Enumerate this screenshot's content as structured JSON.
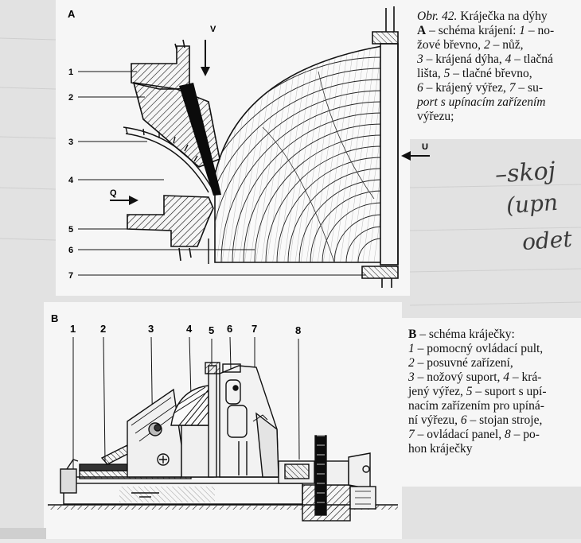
{
  "figure_a": {
    "letter": "A",
    "callouts": [
      "1",
      "2",
      "3",
      "4",
      "5",
      "6",
      "7"
    ],
    "force_labels": {
      "v": "V",
      "u": "U",
      "q": "Q"
    }
  },
  "figure_b": {
    "letter": "B",
    "callouts": [
      "1",
      "2",
      "3",
      "4",
      "5",
      "6",
      "7",
      "8"
    ]
  },
  "caption_a": {
    "lines": [
      [
        {
          "t": "Obr. 42.",
          "i": true
        },
        {
          "t": " Kráječka na dýhy",
          "i": false
        }
      ],
      [
        {
          "t": "A",
          "b": true
        },
        {
          "t": " – schéma krájení: ",
          "i": false
        },
        {
          "t": "1",
          "i": true
        },
        {
          "t": " – no-",
          "i": false
        }
      ],
      [
        {
          "t": "žové břevno, ",
          "i": false
        },
        {
          "t": "2",
          "i": true
        },
        {
          "t": " – nůž,",
          "i": false
        }
      ],
      [
        {
          "t": "3",
          "i": true
        },
        {
          "t": " – krájená dýha, ",
          "i": false
        },
        {
          "t": "4",
          "i": true
        },
        {
          "t": " – tlačná",
          "i": false
        }
      ],
      [
        {
          "t": "lišta, ",
          "i": false
        },
        {
          "t": "5",
          "i": true
        },
        {
          "t": " – tlačné břevno,",
          "i": false
        }
      ],
      [
        {
          "t": "6",
          "i": true
        },
        {
          "t": " – krájený výřez, ",
          "i": false
        },
        {
          "t": "7",
          "i": true
        },
        {
          "t": " – su-",
          "i": false
        }
      ],
      [
        {
          "t": "port s upínacím zařízením",
          "i": true
        }
      ],
      [
        {
          "t": "výřezu;",
          "i": false
        }
      ]
    ]
  },
  "caption_b": {
    "lines": [
      [
        {
          "t": "B",
          "b": true
        },
        {
          "t": " – schéma kráječky:",
          "i": false
        }
      ],
      [
        {
          "t": "1",
          "i": true
        },
        {
          "t": " – pomocný ovládací pult,",
          "i": false
        }
      ],
      [
        {
          "t": "2",
          "i": true
        },
        {
          "t": " – posuvné zařízení,",
          "i": false
        }
      ],
      [
        {
          "t": "3",
          "i": true
        },
        {
          "t": " – nožový suport, ",
          "i": false
        },
        {
          "t": "4",
          "i": true
        },
        {
          "t": " – krá-",
          "i": false
        }
      ],
      [
        {
          "t": "jený výřez, ",
          "i": false
        },
        {
          "t": "5",
          "i": true
        },
        {
          "t": " – suport s upí-",
          "i": false
        }
      ],
      [
        {
          "t": "nacím zařízením pro upíná-",
          "i": false
        }
      ],
      [
        {
          "t": "ní výřezu, ",
          "i": false
        },
        {
          "t": "6",
          "i": true
        },
        {
          "t": " – stojan stroje,",
          "i": false
        }
      ],
      [
        {
          "t": "7",
          "i": true
        },
        {
          "t": " – ovládací panel, ",
          "i": false
        },
        {
          "t": "8",
          "i": true
        },
        {
          "t": " – po-",
          "i": false
        }
      ],
      [
        {
          "t": "hon kráječky",
          "i": false
        }
      ]
    ]
  },
  "handwriting": [
    {
      "text": "–skoj"
    },
    {
      "text": "(upn"
    },
    {
      "text": "odet"
    }
  ],
  "colors": {
    "ink": "#111111",
    "paper": "#f4f4f4",
    "background": "#e2e2e2"
  }
}
